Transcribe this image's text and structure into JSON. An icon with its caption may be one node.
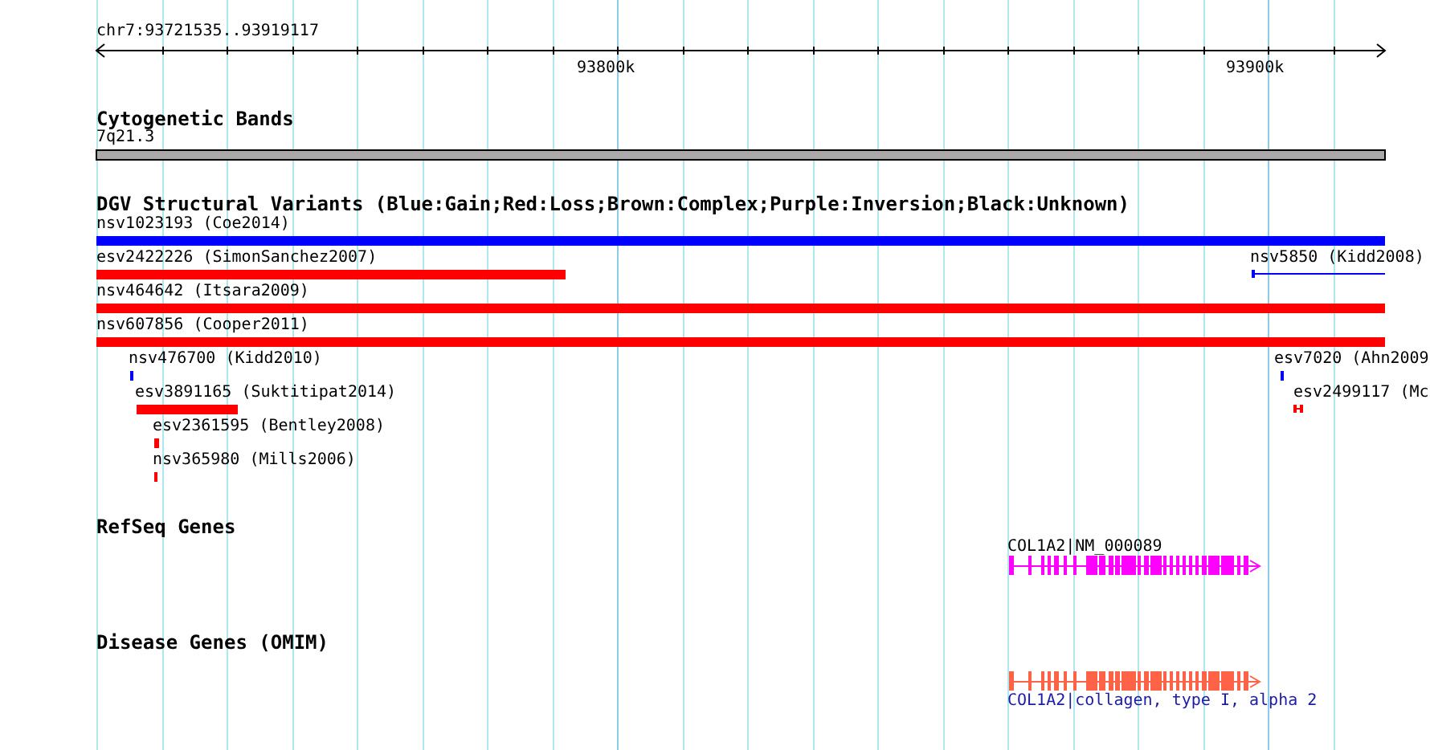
{
  "diagram": {
    "labels": [
      "chr7:93721535..93919117",
      "93800k",
      "93900k",
      "Cytogenetic Bands",
      "7q21.3",
      "DGV Structural Variants (Blue:Gain;Red:Loss;Brown:Complex;Purple:Inversion;Black:Unknown)",
      "nsv1023193 (Coe2014)",
      "esv2422226 (SimonSanchez2007)",
      "nsv5850 (Kidd2008)",
      "nsv464642 (Itsara2009)",
      "nsv607856 (Cooper2011)",
      "nsv476700 (Kidd2010)",
      "esv7020 (Ahn2009",
      "esv3891165 (Suktitipat2014)",
      "esv2499117 (Mc",
      "esv2361595 (Bentley2008)",
      "nsv365980 (Mills2006)",
      "RefSeq Genes",
      "COL1A2|NM_000089",
      "Disease Genes (OMIM)",
      "COL1A2|collagen, type I, alpha 2"
    ]
  }
}
